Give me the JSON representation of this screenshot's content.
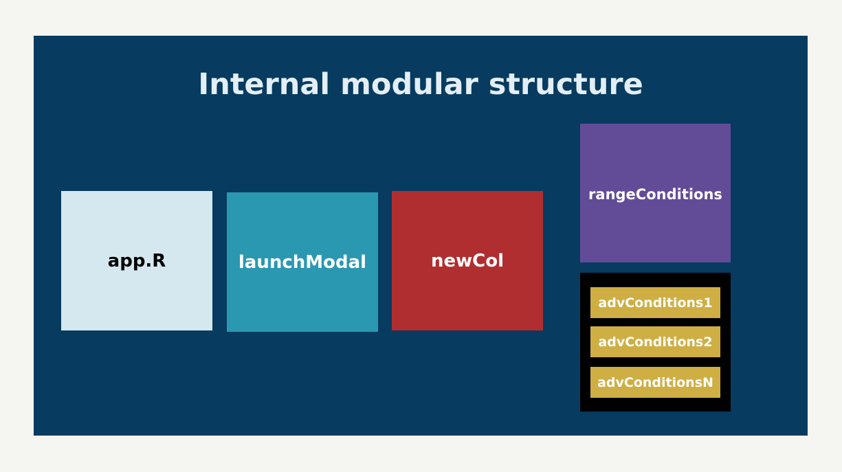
{
  "title": "Internal modular structure",
  "modules": {
    "app": "app.R",
    "launch": "launchModal",
    "newcol": "newCol",
    "range": "rangeConditions"
  },
  "adv_conditions": [
    "advConditions1",
    "advConditions2",
    "advConditionsN"
  ],
  "colors": {
    "page_background": "#f5f5f1",
    "slide_background": "#073b5f",
    "title_text": "#e3eef6",
    "app": "#d5e8f0",
    "launch": "#2b98b2",
    "newcol": "#b02e30",
    "range": "#634c97",
    "adv_container": "#000000",
    "adv_item": "#cfae43"
  }
}
